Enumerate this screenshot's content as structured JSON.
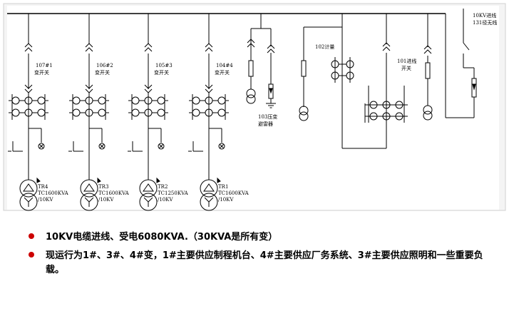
{
  "diagram": {
    "feeders": [
      {
        "switch_label": [
          "107#1",
          "变开关"
        ],
        "tr_label": [
          "TR4",
          "TC1600KVA",
          "/10KV"
        ]
      },
      {
        "switch_label": [
          "106#2",
          "变开关"
        ],
        "tr_label": [
          "TR3",
          "TC1600KVA",
          "/10KV"
        ]
      },
      {
        "switch_label": [
          "105#3",
          "变开关"
        ],
        "tr_label": [
          "TR2",
          "TC1250KVA",
          "/10KV"
        ]
      },
      {
        "switch_label": [
          "104#4",
          "变开关"
        ],
        "tr_label": [
          "TR1",
          "TC1600KVA",
          "/10KV"
        ]
      }
    ],
    "arrester_label": [
      "103压变",
      "避雷器"
    ],
    "metering_label": "102计量",
    "incoming_switch_label": [
      "101进线",
      "开关"
    ],
    "incoming_line_label": [
      "10KV进线",
      "131径无线"
    ]
  },
  "bullets": [
    "10KV电缆进线、受电6080KVA.（30KVA是所有变）",
    "现运行为1#、3#、4#变，1#主要供应制程机台、4#主要供应厂务系统、3#主要供应照明和一些重要负载。"
  ]
}
